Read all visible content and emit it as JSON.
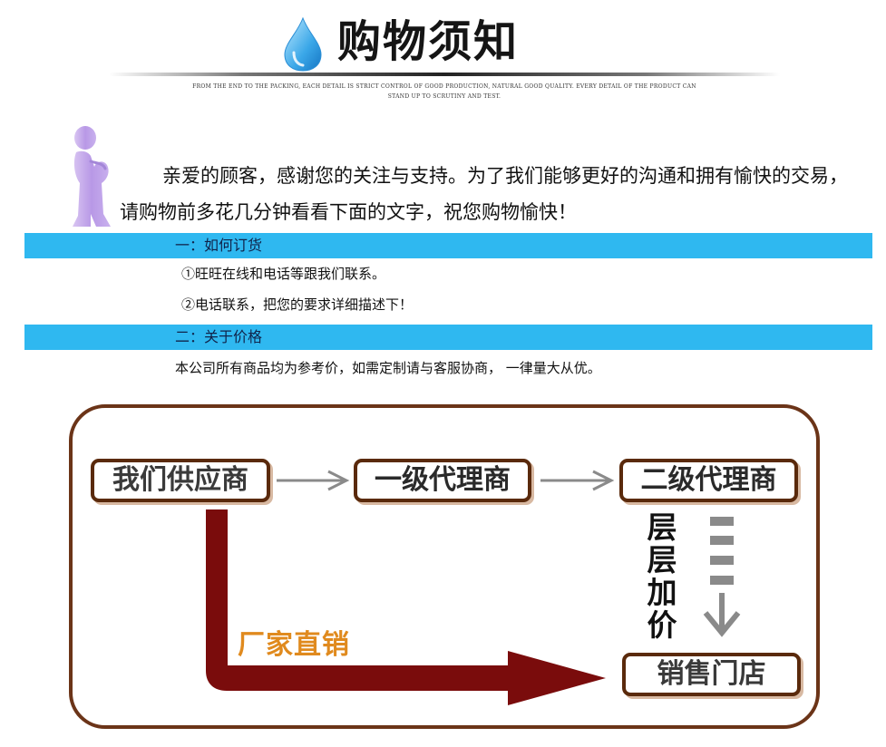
{
  "header": {
    "title": "购物须知",
    "subtitle": "FROM THE END TO THE PACKING, EACH DETAIL IS STRICT CONTROL OF GOOD PRODUCTION, NATURAL GOOD QUALITY. EVERY DETAIL OF THE PRODUCT CAN STAND UP TO SCRUTINY AND TEST.",
    "icon": "water-drop-icon"
  },
  "intro": {
    "icon": "thinking-person-icon",
    "text": "亲爱的顾客，感谢您的关注与支持。为了我们能够更好的沟通和拥有愉快的交易，请购物前多花几分钟看看下面的文字，祝您购物愉快！"
  },
  "sections": [
    {
      "heading": "一：如何订货",
      "lines": [
        "①旺旺在线和电话等跟我们联系。",
        "②电话联系，把您的要求详细描述下！"
      ]
    },
    {
      "heading": "二：关于价格",
      "lines": [
        "本公司所有商品均为参考价，如需定制请与客服协商，  一律量大从优。"
      ]
    }
  ],
  "diagram": {
    "nodes": {
      "supplier": "我们供应商",
      "level1": "一级代理商",
      "level2": "二级代理商",
      "store": "销售门店"
    },
    "direct_label": "厂家直销",
    "markup_label": [
      "层",
      "层",
      "加",
      "价"
    ],
    "colors": {
      "frame": "#6b3418",
      "direct_arrow": "#7a0c0c",
      "direct_label": "#e08a1e",
      "gray_arrows": "#8a8a8a",
      "section_bar": "#2fb8f0"
    }
  }
}
